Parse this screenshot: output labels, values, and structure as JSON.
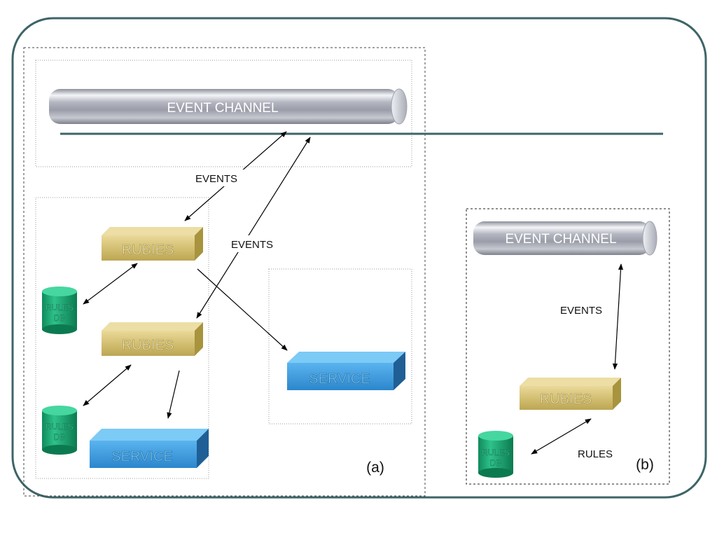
{
  "diagram_a": {
    "event_channel_label": "EVENT CHANNEL",
    "events_label_1": "EVENTS",
    "events_label_2": "EVENTS",
    "rubies_label_1": "RUBIES",
    "rubies_label_2": "RUBIES",
    "rules_db_1": {
      "line1": "RULES",
      "line2": "DB"
    },
    "rules_db_2": {
      "line1": "RULES",
      "line2": "DB"
    },
    "service_label_1": "SERVICE",
    "service_label_2": "SERVICE",
    "panel_label": "(a)"
  },
  "diagram_b": {
    "event_channel_label": "EVENT CHANNEL",
    "events_label": "EVENTS",
    "rubies_label": "RUBIES",
    "rules_db": {
      "line1": "RULES",
      "line2": "DB"
    },
    "rules_label": "RULES",
    "panel_label": "(b)"
  },
  "colors": {
    "frame": "#3e6468",
    "divider": "#3e6468",
    "rubies": "#d8c679",
    "service": "#3c98d8",
    "rules_db": "#1aa672",
    "pipe": "#b9bcc6"
  },
  "icon_names": [
    "event-channel-pipe",
    "rubies-box",
    "service-box",
    "rules-db-cylinder"
  ]
}
